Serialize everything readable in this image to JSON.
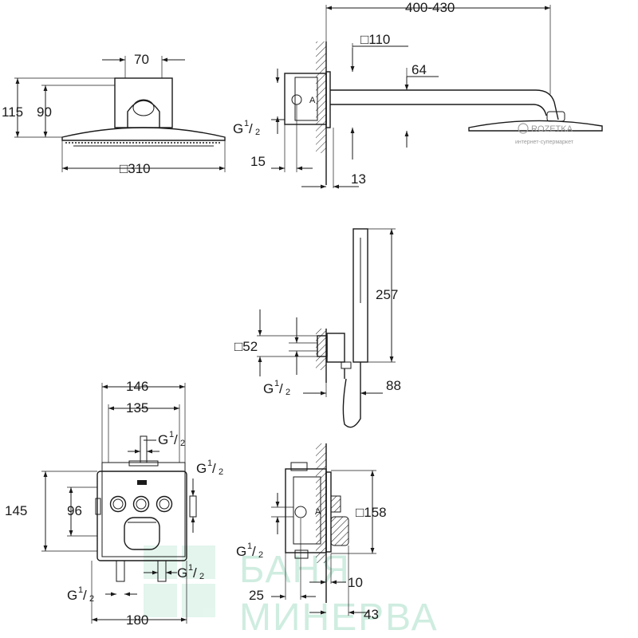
{
  "dimensions": {
    "head_width": "□310",
    "head_height_total": "115",
    "head_height_body": "90",
    "head_mount": "70",
    "arm_length": "400-430",
    "wall_plate": "□110",
    "arm_rise": "64",
    "g_head": "G",
    "inlet_depth": "15",
    "wall_offset": "13",
    "hand_length": "257",
    "outlet_plate": "□52",
    "g_hand": "G",
    "hand_depth": "88",
    "box_outer": "146",
    "box_inner": "135",
    "g_top": "G",
    "g_side": "G",
    "box_h_outer": "145",
    "box_h_inner": "96",
    "g_bottom_left": "G",
    "g_bottom_right": "G",
    "box_base": "180",
    "depth_25": "25",
    "g_thermo": "G",
    "depth_10": "10",
    "depth_43": "43",
    "plate_158": "□158"
  },
  "fraction": {
    "num": "1",
    "den": "2"
  },
  "watermarks": {
    "rozetka_title": "ROZETKA",
    "rozetka_subtitle": "интернет-супермаркет",
    "shop_line1": "БАНЯ",
    "shop_line2": "МИНЕРВА"
  }
}
